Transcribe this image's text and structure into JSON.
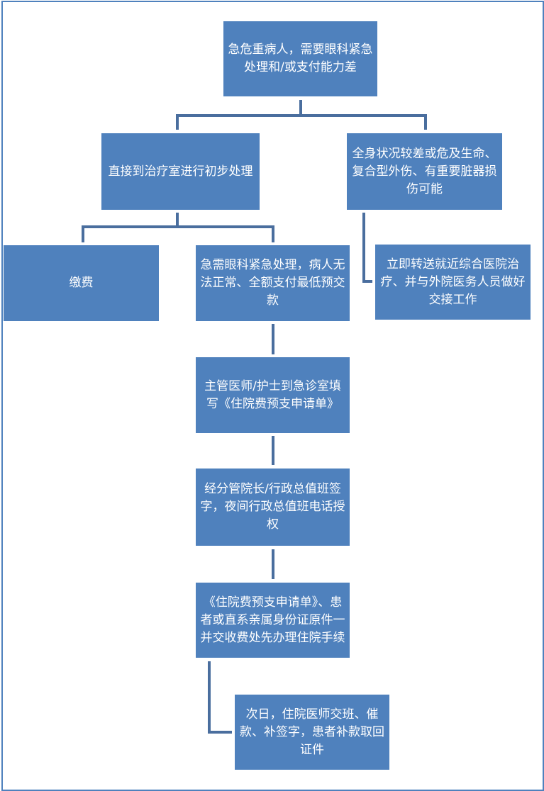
{
  "nodes": {
    "root": "急危重病人，需要眼科紧急处理和/或支付能力差",
    "initial_treatment": "直接到治疗室进行初步处理",
    "critical_condition": "全身状况较差或危及生命、复合型外伤、有重要脏器损伤可能",
    "payment": "缴费",
    "urgent_unable_pay": "急需眼科紧急处理，病人无法正常、全额支付最低预交款",
    "fill_form": "主管医师/护士到急诊室填写《住院费预支申请单》",
    "approval": "经分管院长/行政总值班签字，夜间行政总值班电话授权",
    "admission": "《住院费预支申请单》、患者或直系亲属身份证原件一并交收费处先办理住院手续",
    "next_day": "次日，住院医师交班、催款、补签字，患者补款取回证件",
    "transfer": "立即转送就近综合医院治疗、并与外院医务人员做好交接工作"
  },
  "colors": {
    "box": "#4F81BD",
    "line": "#4A6E9E"
  }
}
